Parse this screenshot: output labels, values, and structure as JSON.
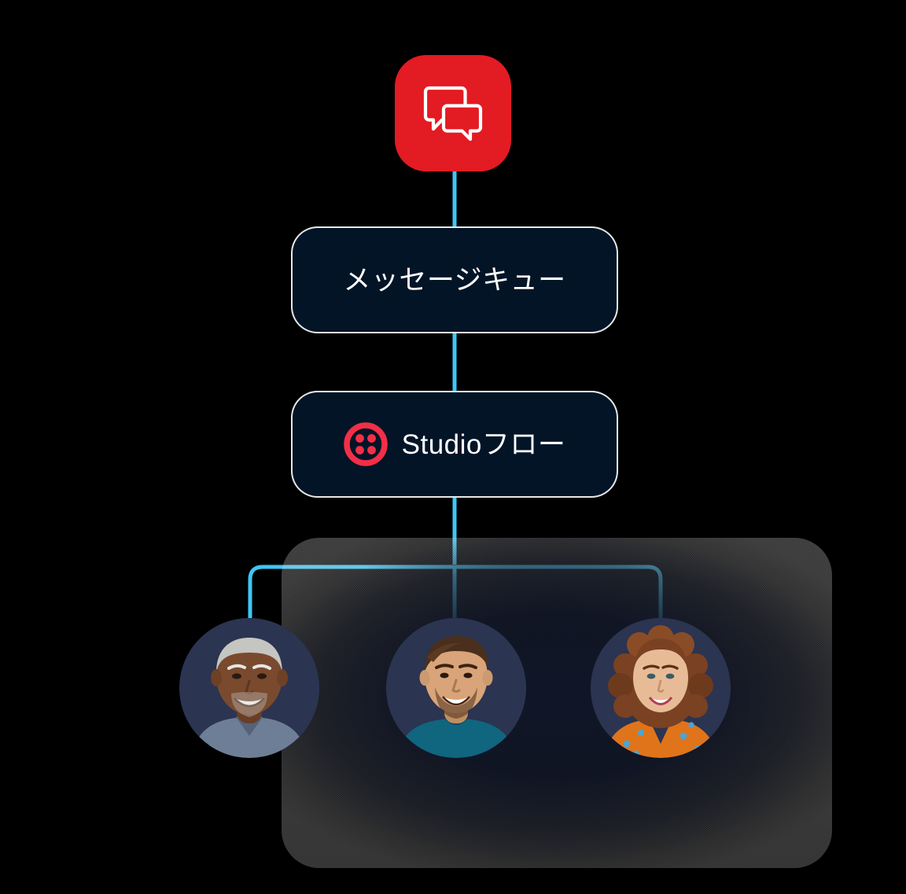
{
  "diagram": {
    "title": "メッセージキュー / Studioフロー 配信フロー図",
    "orientation": "top-down",
    "colors": {
      "background": "#000000",
      "node_fill": "#031427",
      "node_border": "#FFFFFF",
      "connector": "#3FC6F5",
      "source_icon_bg": "#E31B23",
      "twilio_red": "#F22F46",
      "avatar_bg": "#2C3551",
      "text": "#FFFFFF"
    }
  },
  "source": {
    "icon_name": "chat-bubbles-icon",
    "accent": "#E31B23"
  },
  "nodes": [
    {
      "id": "message-queue",
      "label": "メッセージキュー",
      "has_logo": false
    },
    {
      "id": "studio-flow",
      "label": "Studioフロー",
      "has_logo": true,
      "logo_name": "twilio-logo"
    }
  ],
  "recipients": [
    {
      "id": "recipient-1",
      "alt": "笑顔の年配男性のアバター",
      "shirt_color": "#6E7E96",
      "skin": "#7A4A2E",
      "hair": "#BFBFBD"
    },
    {
      "id": "recipient-2",
      "alt": "笑顔の若い男性のアバター",
      "shirt_color": "#10657F",
      "skin": "#D9A479",
      "hair": "#4A2F1C"
    },
    {
      "id": "recipient-3",
      "alt": "笑顔の女性のアバター",
      "shirt_color": "#E0741A",
      "skin": "#E8BB97",
      "hair": "#7A4122"
    }
  ],
  "connectors": {
    "stroke": "#3FC6F5",
    "stroke_width": 5,
    "segments": [
      "source-icon → message-queue",
      "message-queue → studio-flow",
      "studio-flow → recipient-1",
      "studio-flow → recipient-2",
      "studio-flow → recipient-3"
    ]
  }
}
